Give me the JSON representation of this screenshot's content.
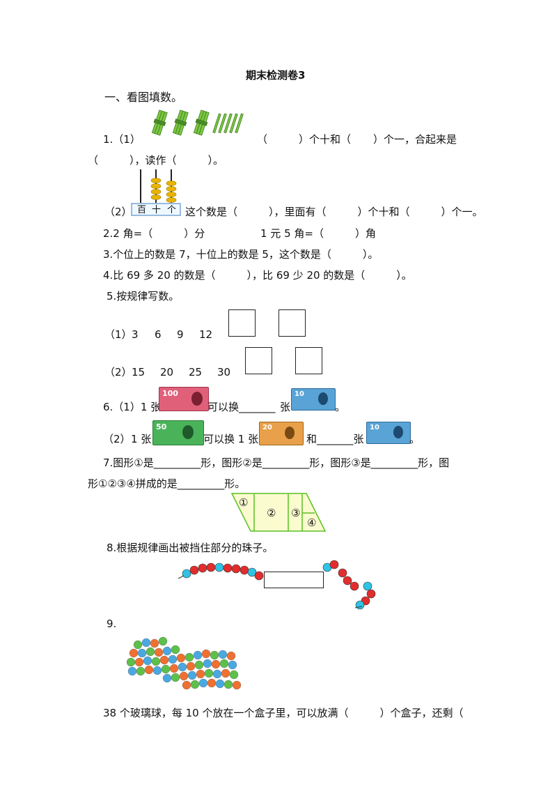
{
  "title": "期末检测卷3",
  "section1": "一、看图填数。",
  "q1_1": {
    "prefix": "1.（1）",
    "mid": "（　　　）个十和（",
    "end": "）个一，合起来是",
    "line2": "（　　　），读作（　　　）。"
  },
  "q1_2": {
    "prefix": "（2）",
    "abacus_labels": [
      "百",
      "十",
      "个"
    ],
    "text": "这个数是（　　　），里面有（　　　）个十和（　　　）个一。"
  },
  "q2": {
    "a": "2.2 角=（　　　）分",
    "b": "1 元 5 角=（　　　）角"
  },
  "q3": "3.个位上的数是 7，十位上的数是 5，这个数是（　　　）。",
  "q4": "4.比 69 多 20 的数是（　　　），比 69 少 20 的数是（　　　）。",
  "q5": {
    "title": "5.按规律写数。",
    "row1_label": "（1）",
    "row1": [
      "3",
      "6",
      "9",
      "12"
    ],
    "row2_label": "（2）",
    "row2": [
      "15",
      "20",
      "25",
      "30"
    ]
  },
  "q6": {
    "r1": {
      "a": "6.（1）1 张",
      "b": "可以换_______",
      "c": "张",
      "d": "。"
    },
    "r2": {
      "a": "（2）",
      "b": "1 张",
      "c": "可以换 1 张",
      "d": "和_______张",
      "e": "。"
    },
    "notes": [
      {
        "value": "100",
        "color": "#e0607a"
      },
      {
        "value": "10",
        "color": "#5aa3d6"
      },
      {
        "value": "50",
        "color": "#4ab35a"
      },
      {
        "value": "20",
        "color": "#e8a04a"
      },
      {
        "value": "10",
        "color": "#5aa3d6"
      }
    ]
  },
  "q7": {
    "line1": "7.图形①是_________形，图形②是_________形，图形③是_________形，图",
    "line2": "形①②③④拼成的是_________形。",
    "labels": [
      "①",
      "②",
      "③",
      "④"
    ]
  },
  "q8": "8.根据规律画出被挡住部分的珠子。",
  "q9": {
    "num": "9.",
    "text": "38 个玻璃球，每 10 个放在一个盒子里，可以放满（　　　）个盒子，还剩（"
  },
  "colors": {
    "bundle_green": "#7cc843",
    "abacus_bead": "#e8b400",
    "shape_stroke": "#59c020",
    "shape_fill": "#fbfbd0",
    "bead_red": "#e32d2d",
    "bead_cyan": "#2fc3e6",
    "marble_orange": "#f07030",
    "marble_green": "#5cc04a",
    "marble_blue": "#4aa8e0"
  },
  "icons": [
    "stick-bundle-icon",
    "abacus-icon",
    "banknote-icon",
    "bead-string-icon",
    "marble-pile-icon"
  ]
}
